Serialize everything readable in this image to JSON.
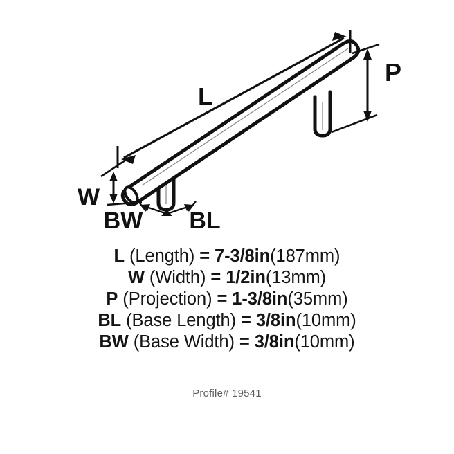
{
  "product": {
    "type": "bar-pull-handle-dimension-diagram",
    "profile_label": "Profile# 19541"
  },
  "diagram": {
    "labels": {
      "length": "L",
      "width": "W",
      "projection": "P",
      "base_length": "BL",
      "base_width": "BW"
    }
  },
  "specs": [
    {
      "symbol": "L",
      "name": "(Length)",
      "equals": "=",
      "value": "7-3/8in",
      "metric": "(187mm)"
    },
    {
      "symbol": "W",
      "name": "(Width)",
      "equals": "=",
      "value": "1/2in",
      "metric": "(13mm)"
    },
    {
      "symbol": "P",
      "name": "(Projection)",
      "equals": "=",
      "value": "1-3/8in",
      "metric": "(35mm)"
    },
    {
      "symbol": "BL",
      "name": "(Base Length)",
      "equals": "=",
      "value": "3/8in",
      "metric": "(10mm)"
    },
    {
      "symbol": "BW",
      "name": "(Base Width)",
      "equals": "=",
      "value": "3/8in",
      "metric": "(10mm)"
    }
  ],
  "colors": {
    "line": "#111111",
    "text": "#141414",
    "muted": "#5d5d5d",
    "background": "#ffffff"
  }
}
